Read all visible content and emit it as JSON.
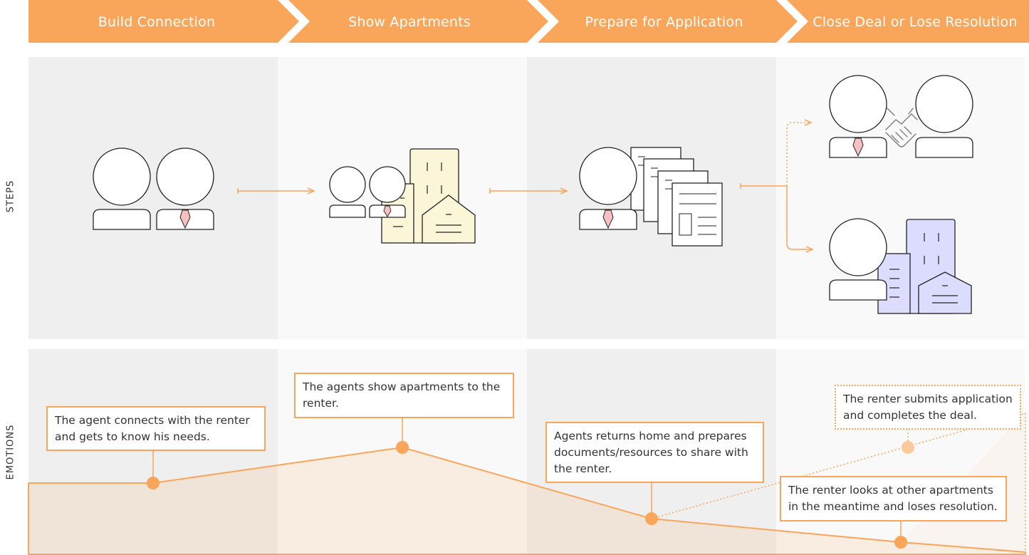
{
  "colors": {
    "accent": "#f9a55a",
    "panel_dark": "#efefef",
    "panel_light": "#f9f9f9",
    "tie": "#f6c0c0",
    "building_yellow": "#fbf6d7",
    "building_blue": "#dcdcff"
  },
  "stages": [
    {
      "title": "Build Connection"
    },
    {
      "title": "Show Apartments"
    },
    {
      "title": "Prepare for Application"
    },
    {
      "title": "Close Deal or Lose Resolution"
    }
  ],
  "rows": {
    "steps_label": "STEPS",
    "emotions_label": "EMOTIONS"
  },
  "emotions": {
    "notes": [
      {
        "text": "The agent connects with the renter and gets to know his needs."
      },
      {
        "text": "The agents show apartments to the renter."
      },
      {
        "text": "Agents returns home and prepares documents/resources to share with the renter."
      },
      {
        "text": "The renter submits application and completes the deal."
      },
      {
        "text": "The renter looks at other apartments in the meantime and loses resolution."
      }
    ]
  },
  "icons": [
    "agent-icon",
    "renter-icon",
    "apartment-building-icon",
    "documents-icon",
    "handshake-icon"
  ]
}
